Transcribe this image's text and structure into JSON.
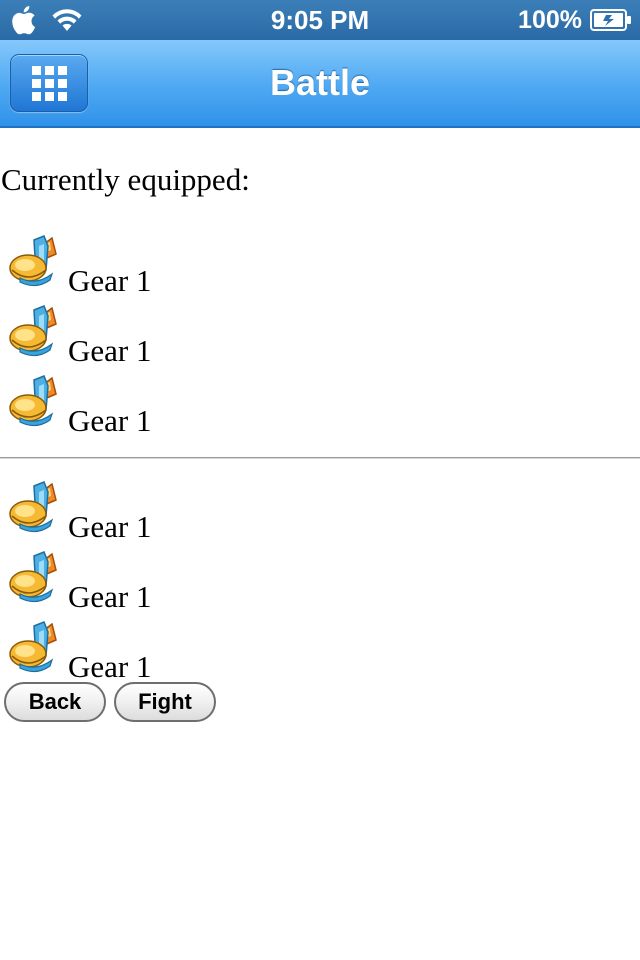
{
  "status_bar": {
    "time": "9:05 PM",
    "battery": "100%",
    "icons": [
      "apple-icon",
      "wifi-icon",
      "battery-icon"
    ]
  },
  "header": {
    "title": "Battle",
    "menu_icon": "grid-menu-icon"
  },
  "content": {
    "equipped_label": "Currently equipped:",
    "equipped_items": [
      {
        "label": "Gear 1",
        "icon": "gear-item-icon"
      },
      {
        "label": "Gear 1",
        "icon": "gear-item-icon"
      },
      {
        "label": "Gear 1",
        "icon": "gear-item-icon"
      }
    ],
    "other_items": [
      {
        "label": "Gear 1",
        "icon": "gear-item-icon"
      },
      {
        "label": "Gear 1",
        "icon": "gear-item-icon"
      },
      {
        "label": "Gear 1",
        "icon": "gear-item-icon"
      }
    ]
  },
  "buttons": {
    "back": "Back",
    "fight": "Fight"
  },
  "colors": {
    "status_bar": "#2f70ab",
    "header_top": "#85c8fb",
    "header_bottom": "#2f92ea",
    "divider": "#9a9a9a"
  }
}
